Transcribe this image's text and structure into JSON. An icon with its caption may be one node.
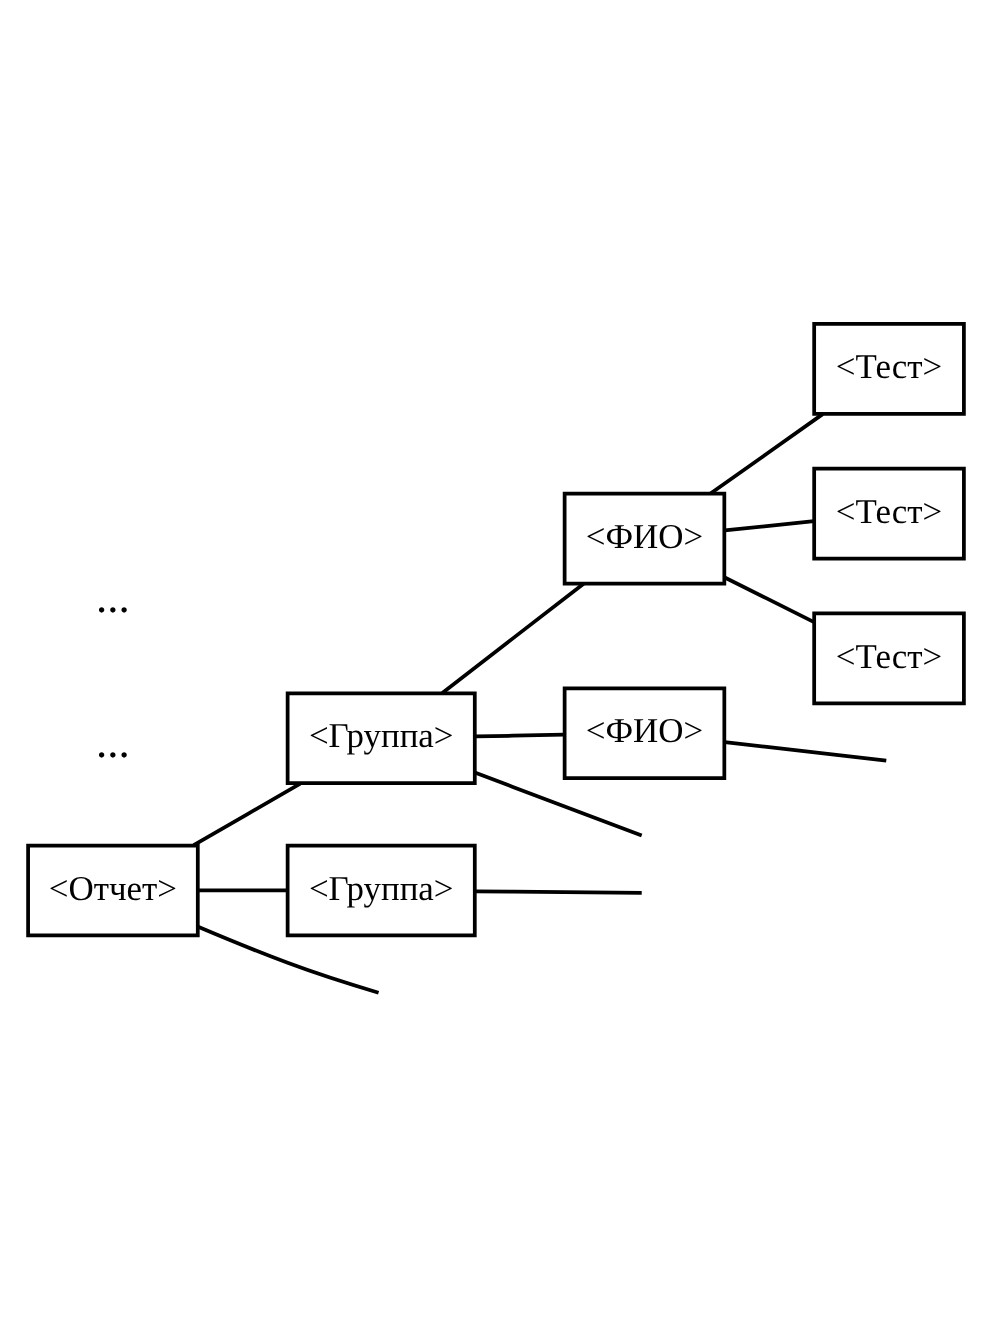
{
  "diagram": {
    "nodes": [
      {
        "text": [
          "<Отчет>"
        ]
      },
      {
        "text": [
          "<Группа>"
        ]
      },
      {
        "text": [
          "<ФИО>"
        ]
      },
      {
        "text": [
          "<Тест>"
        ]
      },
      {
        "text": [
          "<Тест>"
        ]
      },
      {
        "text": [
          "<Тест>"
        ]
      },
      {
        "text": [
          "<ФИО>"
        ]
      },
      {
        "text": [
          "<Группа>"
        ]
      }
    ],
    "edges": [
      {
        "from": 0,
        "to": 1,
        "arrow": "none"
      },
      {
        "from": 1,
        "to": 2,
        "arrow": "none"
      },
      {
        "from": 2,
        "to": 3,
        "arrow": "none"
      },
      {
        "from": 2,
        "to": 4,
        "arrow": "none"
      },
      {
        "from": 2,
        "to": 5,
        "arrow": "none"
      },
      {
        "from": 1,
        "to": 6,
        "arrow": "none"
      },
      {
        "from": 6,
        "to": null,
        "arrow": "none"
      },
      {
        "from": 1,
        "to": null,
        "arrow": "none"
      },
      {
        "from": 0,
        "to": 7,
        "arrow": "none"
      },
      {
        "from": 7,
        "to": null,
        "arrow": "none"
      },
      {
        "from": 0,
        "to": null,
        "arrow": "none"
      }
    ],
    "labels": [
      "...",
      "..."
    ]
  }
}
